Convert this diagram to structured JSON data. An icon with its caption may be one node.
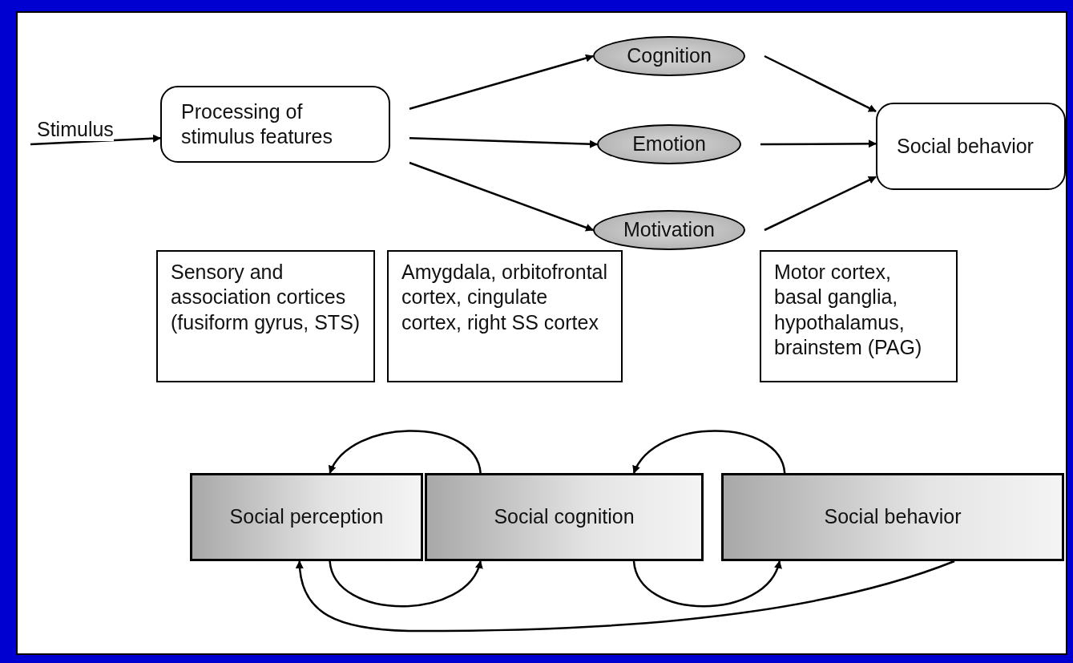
{
  "diagram": {
    "nodes": [
      {
        "text": [
          "Processing of stimulus features"
        ]
      },
      {
        "text": [
          "Cognition"
        ]
      },
      {
        "text": [
          "Emotion"
        ]
      },
      {
        "text": [
          "Motivation"
        ]
      },
      {
        "text": [
          "Social behavior"
        ]
      },
      {
        "text": [
          "Sensory and association cortices (fusiform gyrus, STS)"
        ]
      },
      {
        "text": [
          "Amygdala, orbitofrontal cortex, cingulate cortex, right SS cortex"
        ]
      },
      {
        "text": [
          "Motor cortex, basal ganglia, hypothalamus, brainstem (PAG)"
        ]
      },
      {
        "text": [
          "Social perception"
        ]
      },
      {
        "text": [
          "Social cognition"
        ]
      },
      {
        "text": [
          "Social behavior"
        ]
      }
    ],
    "edges": [
      {
        "from": null,
        "to": 0,
        "arrow": "to",
        "label": "Stimulus"
      },
      {
        "from": 0,
        "to": 1,
        "arrow": "to"
      },
      {
        "from": 0,
        "to": 2,
        "arrow": "to"
      },
      {
        "from": 0,
        "to": 3,
        "arrow": "to"
      },
      {
        "from": 1,
        "to": 4,
        "arrow": "to"
      },
      {
        "from": 2,
        "to": 4,
        "arrow": "to"
      },
      {
        "from": 3,
        "to": 4,
        "arrow": "to"
      },
      {
        "from": 9,
        "to": 8,
        "arrow": "to"
      },
      {
        "from": 10,
        "to": 9,
        "arrow": "to"
      },
      {
        "from": 8,
        "to": 9,
        "arrow": "to"
      },
      {
        "from": 9,
        "to": 10,
        "arrow": "to"
      },
      {
        "from": 10,
        "to": 8,
        "arrow": "to"
      }
    ]
  }
}
